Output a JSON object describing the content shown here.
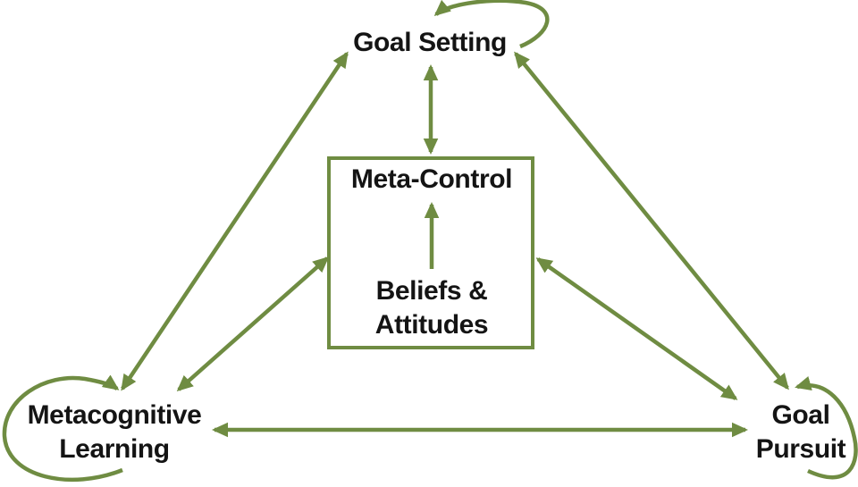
{
  "colors": {
    "accent": "#6f8c42",
    "text": "#141414",
    "background": "#ffffff"
  },
  "nodes": {
    "goal_setting": {
      "label": "Goal Setting"
    },
    "meta_control": {
      "label": "Meta-Control"
    },
    "beliefs_attitudes": {
      "line1": "Beliefs &",
      "line2": "Attitudes"
    },
    "metacognitive_learning": {
      "line1": "Metacognitive",
      "line2": "Learning"
    },
    "goal_pursuit": {
      "line1": "Goal",
      "line2": "Pursuit"
    }
  },
  "edges": [
    {
      "from": "goal_setting",
      "to": "goal_setting",
      "type": "self-loop"
    },
    {
      "from": "metacognitive_learning",
      "to": "metacognitive_learning",
      "type": "self-loop"
    },
    {
      "from": "goal_pursuit",
      "to": "goal_pursuit",
      "type": "self-loop"
    },
    {
      "from": "goal_setting",
      "to": "meta_control",
      "type": "bidirectional"
    },
    {
      "from": "beliefs_attitudes",
      "to": "meta_control",
      "type": "directed"
    },
    {
      "from": "metacognitive_learning",
      "to": "goal_setting",
      "type": "bidirectional"
    },
    {
      "from": "metacognitive_learning",
      "to": "meta_control",
      "type": "bidirectional"
    },
    {
      "from": "goal_setting",
      "to": "goal_pursuit",
      "type": "bidirectional"
    },
    {
      "from": "meta_control",
      "to": "goal_pursuit",
      "type": "bidirectional"
    },
    {
      "from": "metacognitive_learning",
      "to": "goal_pursuit",
      "type": "bidirectional"
    }
  ]
}
